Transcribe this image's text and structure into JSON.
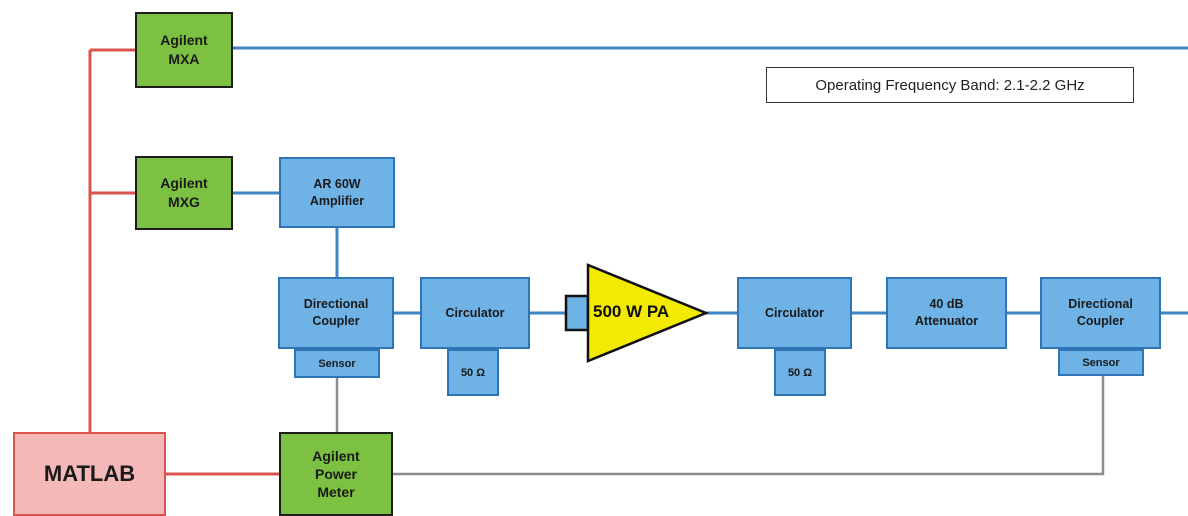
{
  "note": "Operating Frequency Band: 2.1-2.2 GHz",
  "blocks": {
    "mxa": "Agilent\nMXA",
    "mxg": "Agilent\nMXG",
    "amp": "AR 60W\nAmplifier",
    "coupler1": "Directional\nCoupler",
    "sensor1": "Sensor",
    "circ1": "Circulator",
    "load1": "50 Ω",
    "pa": "500 W PA",
    "circ2": "Circulator",
    "load2": "50 Ω",
    "atten": "40 dB\nAttenuator",
    "coupler2": "Directional\nCoupler",
    "sensor2": "Sensor",
    "matlab": "MATLAB",
    "power_meter": "Agilent\nPower\nMeter"
  },
  "colors": {
    "control_line": "#d9534f",
    "rf_line": "#3d86c6",
    "sense_line": "#8c8c8c",
    "pa_fill": "#f2ea00"
  }
}
